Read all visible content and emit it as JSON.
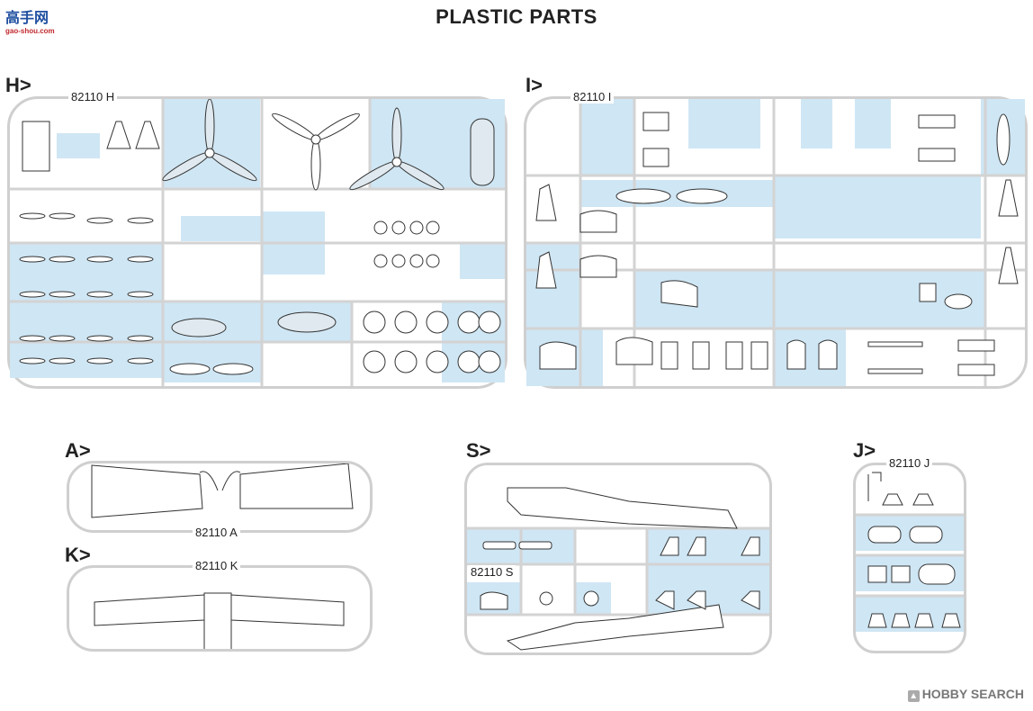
{
  "header": {
    "title": "PLASTIC PARTS",
    "logo_text": "高手网",
    "logo_sub": "gao-shou.com"
  },
  "sprues": [
    {
      "letter": "H>",
      "code": "82110 H"
    },
    {
      "letter": "I>",
      "code": "82110 I"
    },
    {
      "letter": "A>",
      "code": "82110 A"
    },
    {
      "letter": "K>",
      "code": "82110 K"
    },
    {
      "letter": "S>",
      "code": "82110 S"
    },
    {
      "letter": "J>",
      "code": "82110 J"
    }
  ],
  "watermark": {
    "text": "HOBBY SEARCH",
    "icon": "hobbysearch-logo-icon"
  },
  "colors": {
    "sprue_fill": "#cfe6f4",
    "sprue_rail": "#cfcfcf"
  }
}
